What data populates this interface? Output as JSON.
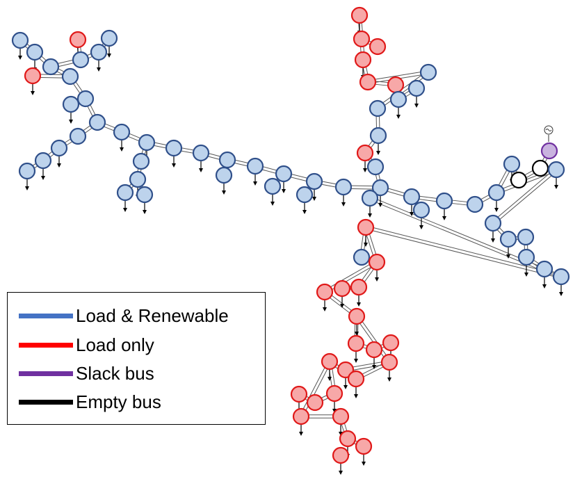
{
  "colors": {
    "load_renewable_fill": "#bdd3ec",
    "load_renewable_stroke": "#2f4f8a",
    "load_only_fill": "#f7a8a8",
    "load_only_stroke": "#e01818",
    "slack_fill": "#c9b3df",
    "slack_stroke": "#7030a0",
    "empty_fill": "#ffffff",
    "empty_stroke": "#000000",
    "legend_blue": "#4472c4",
    "legend_red": "#ff0000",
    "legend_purple": "#7030a0",
    "legend_black": "#000000"
  },
  "legend": {
    "items": [
      {
        "label": "Load & Renewable",
        "color": "#4472c4"
      },
      {
        "label": "Load only",
        "color": "#ff0000"
      },
      {
        "label": "Slack bus",
        "color": "#7030a0"
      },
      {
        "label": "Empty bus",
        "color": "#000000"
      }
    ]
  },
  "slack_source_icon": "ac-source-icon",
  "load_icon": "load-arrow-icon"
}
